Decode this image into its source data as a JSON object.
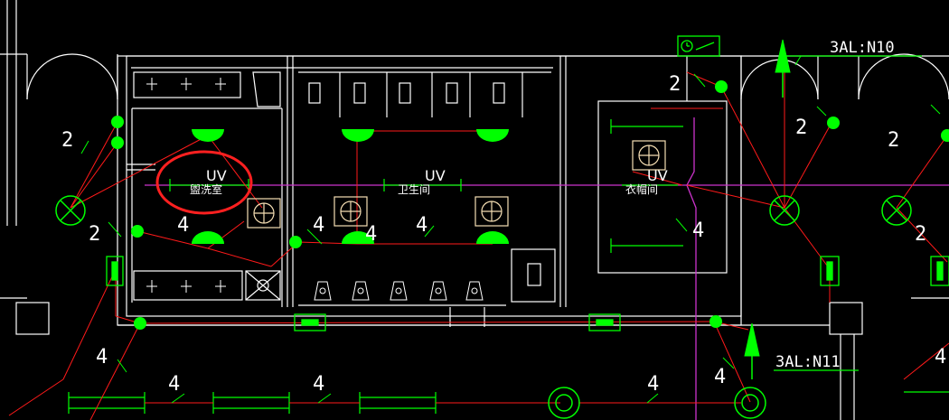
{
  "circuits": {
    "n10": "3AL:N10",
    "n11": "3AL:N11"
  },
  "rooms": {
    "washroom": "盥洗室",
    "toilet": "卫生间",
    "cloakroom": "衣帽间"
  },
  "uv_label": "UV",
  "wire_counts": {
    "two": "2",
    "four": "4"
  },
  "colors": {
    "wall": "#ffffff",
    "wire": "#ff1a1a",
    "fixture": "#00ff00",
    "riser": "#cc33cc",
    "highlight": "#ff2020",
    "fan": "#f5deb3"
  },
  "icons": [
    "ceiling-lamp-icon",
    "sconce-icon",
    "exhaust-fan-icon",
    "emergency-light-icon",
    "exit-sign-icon",
    "timer-switch-icon",
    "downlight-icon",
    "switch-icon",
    "arrow-icon"
  ]
}
